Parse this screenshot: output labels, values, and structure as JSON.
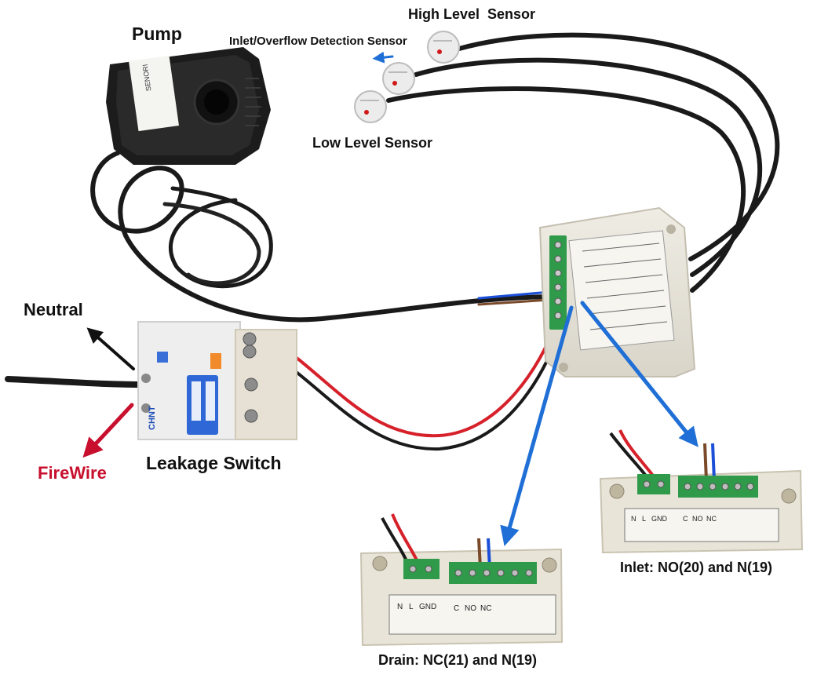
{
  "labels": {
    "pump": "Pump",
    "high_level_sensor": "High Level  Sensor",
    "inlet_overflow_sensor": "Inlet/Overflow Detection Sensor",
    "low_level_sensor": "Low Level Sensor",
    "neutral": "Neutral",
    "firewire": "FireWire",
    "leakage_switch": "Leakage Switch",
    "inlet_terminals": "Inlet: NO(20) and N(19)",
    "drain_terminals": "Drain: NC(21) and N(19)"
  },
  "device_markings": {
    "breaker_brand": "CHNT",
    "pump_brand": "SENORI",
    "terminal_n": "N",
    "terminal_l": "L",
    "terminal_gnd": "GND",
    "relay_c": "C",
    "relay_no": "NO",
    "relay_nc": "NC"
  },
  "colors": {
    "arrow_blue": "#1f6fd6",
    "firewire_red": "#c8102e",
    "cable_black": "#1a1a1a",
    "wire_red": "#d6202a",
    "wire_blue": "#1b4fd8",
    "wire_brown": "#7a4a2a",
    "terminal_green": "#2f9a4a"
  },
  "icons": {
    "arrow_neutral": "arrow-up-left-black",
    "arrow_fire": "arrow-down-left-red",
    "arrow_inlet_sensor": "arrow-left-blue",
    "arrow_drain": "arrow-down-blue",
    "arrow_inlet": "arrow-down-right-blue"
  }
}
